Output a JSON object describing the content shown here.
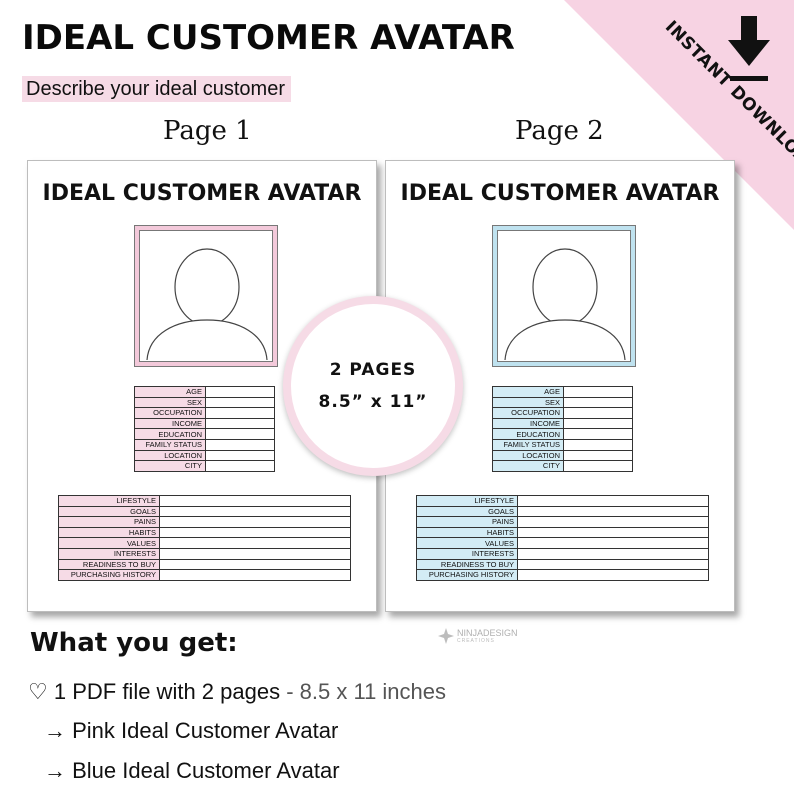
{
  "header": {
    "title": "IDEAL CUSTOMER AVATAR",
    "subtitle": "Describe your ideal customer"
  },
  "ribbon": {
    "text": "INSTANT DOWNLOAD",
    "icon": "download-arrow-icon",
    "color": "#f7d3e3"
  },
  "pages": [
    {
      "label": "Page 1",
      "title": "IDEAL CUSTOMER AVATAR",
      "accent": "#f6dbe6",
      "frame": "#f3c9da",
      "small_fields": [
        "AGE",
        "SEX",
        "OCCUPATION",
        "INCOME",
        "EDUCATION",
        "FAMILY STATUS",
        "LOCATION",
        "CITY"
      ],
      "large_fields": [
        "LIFESTYLE",
        "GOALS",
        "PAINS",
        "HABITS",
        "VALUES",
        "INTERESTS",
        "READINESS TO BUY",
        "PURCHASING HISTORY"
      ]
    },
    {
      "label": "Page 2",
      "title": "IDEAL CUSTOMER AVATAR",
      "accent": "#d3ecf5",
      "frame": "#bfe2ef",
      "small_fields": [
        "AGE",
        "SEX",
        "OCCUPATION",
        "INCOME",
        "EDUCATION",
        "FAMILY STATUS",
        "LOCATION",
        "CITY"
      ],
      "large_fields": [
        "LIFESTYLE",
        "GOALS",
        "PAINS",
        "HABITS",
        "VALUES",
        "INTERESTS",
        "READINESS TO BUY",
        "PURCHASING HISTORY"
      ]
    }
  ],
  "badge": {
    "line1": "2 PAGES",
    "line2": "8.5” x 11”"
  },
  "watermark": {
    "brand": "NINJADESIGN",
    "sub": "CREATIONS"
  },
  "what_you_get": {
    "heading": "What you get:",
    "item1_icon": "♡",
    "item1_main": "1 PDF file with 2 pages",
    "item1_sep": " - ",
    "item1_size": "8.5 x 11 inches",
    "item2": "→ Pink Ideal Customer Avatar",
    "item3": "→ Blue Ideal Customer Avatar"
  }
}
